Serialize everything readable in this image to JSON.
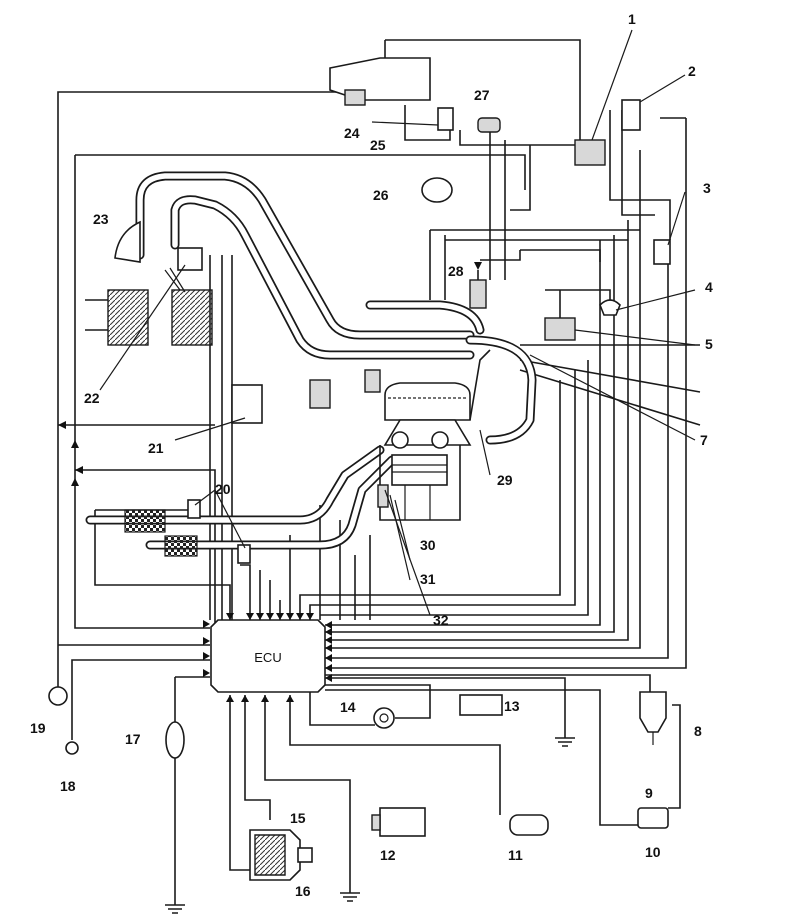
{
  "diagram": {
    "ecu_label": "ECU",
    "callouts": [
      "1",
      "2",
      "3",
      "4",
      "5",
      "7",
      "8",
      "9",
      "10",
      "11",
      "12",
      "13",
      "14",
      "15",
      "16",
      "17",
      "18",
      "19",
      "20",
      "21",
      "22",
      "23",
      "24",
      "25",
      "26",
      "27",
      "28",
      "29",
      "30",
      "31",
      "32"
    ]
  }
}
